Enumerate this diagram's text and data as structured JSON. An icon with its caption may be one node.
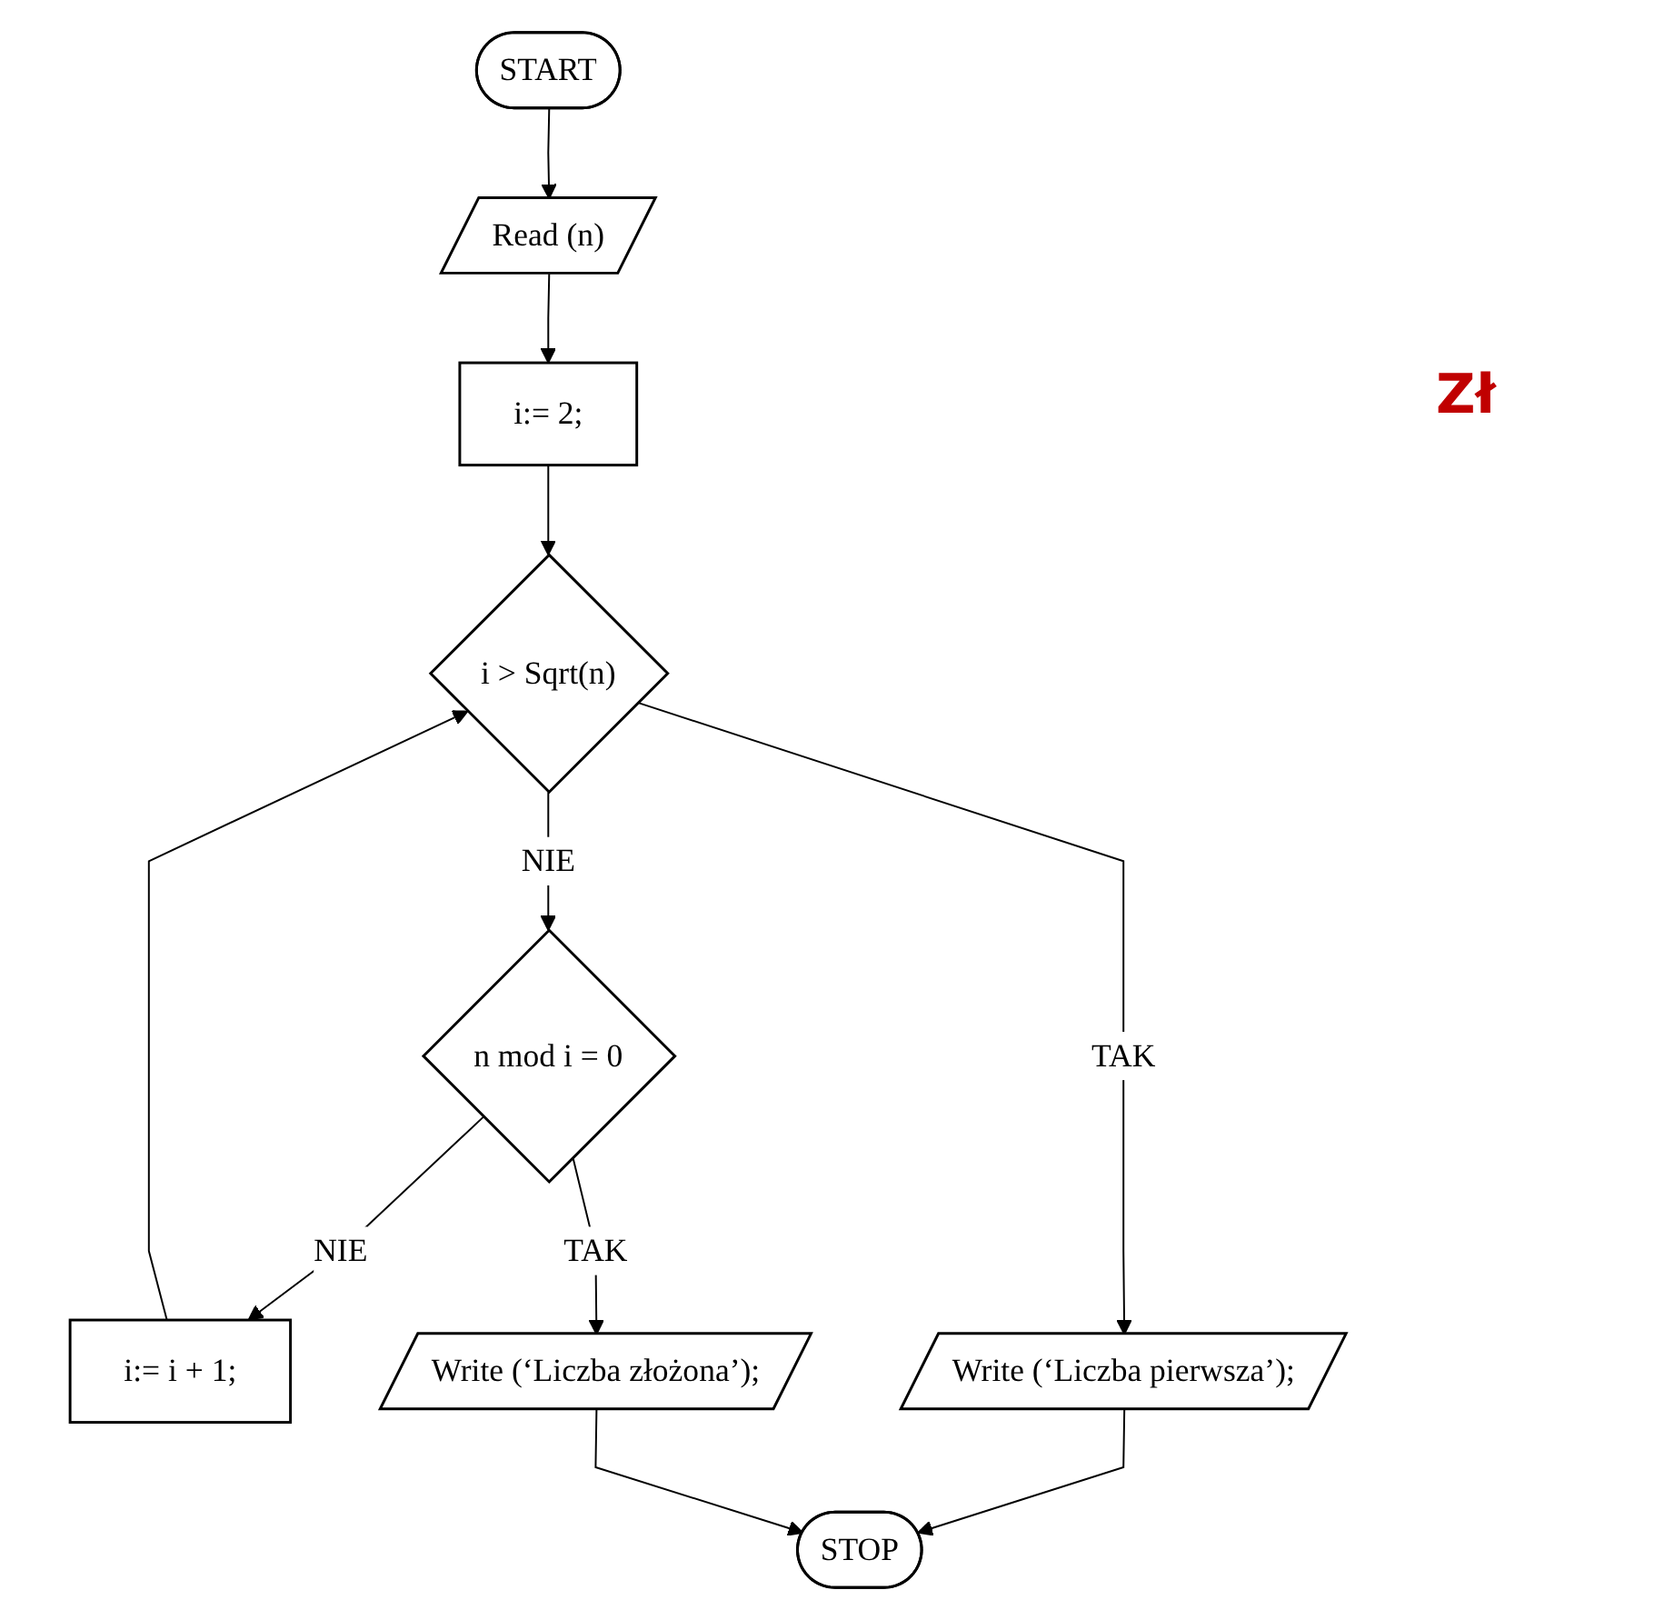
{
  "diagram": {
    "nodes": [
      {
        "text": [
          "START"
        ]
      },
      {
        "text": [
          "Read (n)"
        ]
      },
      {
        "text": [
          "i:= 2;"
        ]
      },
      {
        "text": [
          "i > Sqrt(n)"
        ]
      },
      {
        "text": [
          "i:= i + 1;"
        ]
      },
      {
        "text": [
          "n mod i = 0"
        ]
      },
      {
        "text": [
          "Write (‘Liczba pierwsza’);"
        ]
      },
      {
        "text": [
          "Write (‘Liczba złożona’);"
        ]
      },
      {
        "text": [
          "STOP"
        ]
      }
    ],
    "edges": [
      {
        "from": 0,
        "to": 1,
        "arrow": "to"
      },
      {
        "from": 1,
        "to": 2,
        "arrow": "to"
      },
      {
        "from": 2,
        "to": 3,
        "arrow": "to"
      },
      {
        "from": 3,
        "to": 6,
        "label": "TAK",
        "arrow": "to"
      },
      {
        "from": 3,
        "to": 5,
        "label": "NIE",
        "arrow": "to"
      },
      {
        "from": 5,
        "to": 4,
        "label": "NIE",
        "arrow": "to"
      },
      {
        "from": 4,
        "to": 3,
        "arrow": "to"
      },
      {
        "from": 5,
        "to": 7,
        "label": "TAK",
        "arrow": "to"
      },
      {
        "from": 6,
        "to": 8,
        "arrow": "to"
      },
      {
        "from": 7,
        "to": 8,
        "arrow": "to"
      }
    ],
    "labels": [
      "Zł"
    ]
  }
}
